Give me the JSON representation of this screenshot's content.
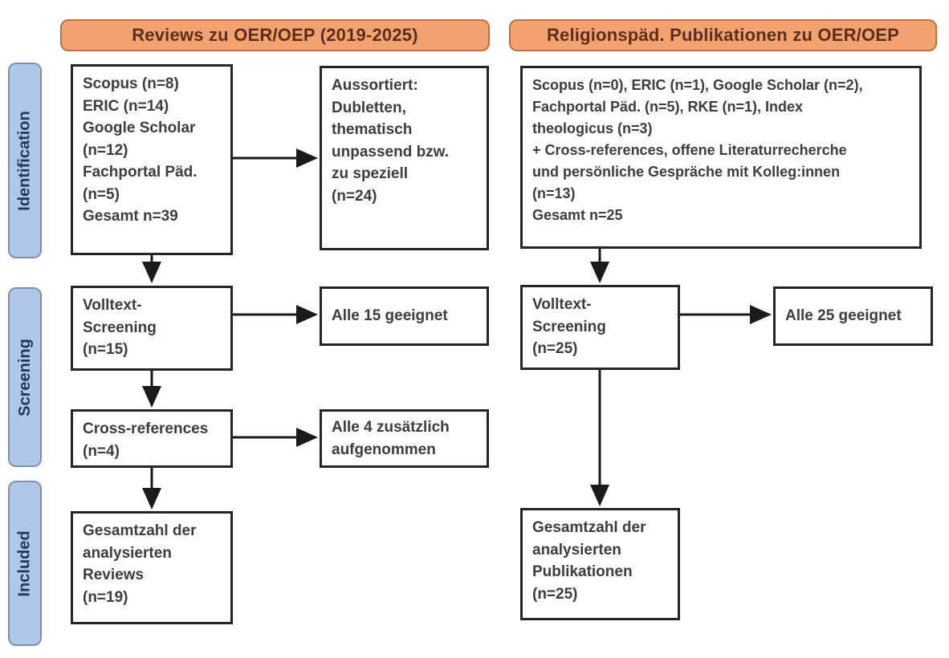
{
  "figure": {
    "column_headers": {
      "left": "Reviews zu OER/OEP (2019-2025)",
      "right": "Religionspäd. Publikationen zu OER/OEP"
    },
    "stage_labels": {
      "identification": "Identification",
      "screening": "Screening",
      "included": "Included"
    },
    "left": {
      "sources": "Scopus (n=8)\nERIC (n=14)\nGoogle Scholar\n(n=12)\nFachportal Päd.\n(n=5)\nGesamt n=39",
      "excluded": "Aussortiert:\nDubletten,\nthematisch\nunpassend bzw.\nzu speziell\n(n=24)",
      "fulltext_screening": "Volltext-\nScreening\n(n=15)",
      "fulltext_result": "Alle 15 geeignet",
      "cross_references": "Cross-references\n(n=4)",
      "cross_references_result": "Alle 4 zusätzlich\naufgenommen",
      "total": "Gesamtzahl der\nanalysierten\nReviews\n(n=19)"
    },
    "right": {
      "sources": "Scopus (n=0), ERIC (n=1), Google Scholar (n=2),\nFachportal Päd. (n=5), RKE (n=1), Index\ntheologicus (n=3)\n+ Cross-references, offene Literaturrecherche\nund persönliche Gespräche mit Kolleg:innen\n(n=13)\nGesamt n=25",
      "fulltext_screening": "Volltext-\nScreening\n(n=25)",
      "fulltext_result": "Alle 25 geeignet",
      "total": "Gesamtzahl der\nanalysierten\nPublikationen\n(n=25)"
    },
    "colors": {
      "header_fill": "#f1a26f",
      "header_border": "#c0703c",
      "header_text": "#5c2e1d",
      "stage_fill": "#afc7e8",
      "stage_border": "#7e90b0",
      "stage_text": "#1f3864",
      "box_border": "#262626",
      "box_text": "#3d3d3d",
      "arrow": "#1a1a1a"
    }
  }
}
